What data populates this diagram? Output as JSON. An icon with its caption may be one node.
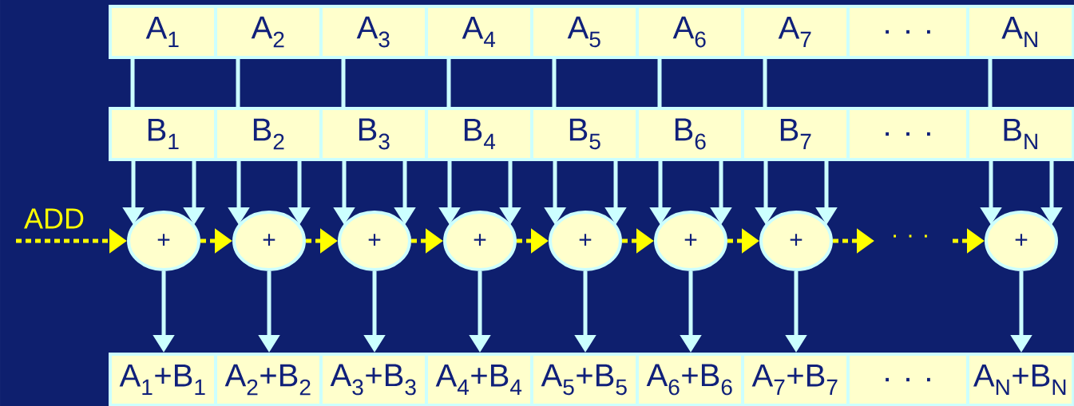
{
  "diagram": {
    "nodes": [
      {
        "text": [
          "A$_{1}$"
        ]
      },
      {
        "text": [
          "A$_{2}$"
        ]
      },
      {
        "text": [
          "A$_{3}$"
        ]
      },
      {
        "text": [
          "A$_{4}$"
        ]
      },
      {
        "text": [
          "A$_{5}$"
        ]
      },
      {
        "text": [
          "A$_{6}$"
        ]
      },
      {
        "text": [
          "A$_{7}$"
        ]
      },
      {
        "text": [
          ". . ."
        ]
      },
      {
        "text": [
          "A$_{N}$"
        ]
      },
      {
        "text": [
          "B$_{1}$"
        ]
      },
      {
        "text": [
          "B$_{2}$"
        ]
      },
      {
        "text": [
          "B$_{3}$"
        ]
      },
      {
        "text": [
          "B$_{4}$"
        ]
      },
      {
        "text": [
          "B$_{5}$"
        ]
      },
      {
        "text": [
          "B$_{6}$"
        ]
      },
      {
        "text": [
          "B$_{7}$"
        ]
      },
      {
        "text": [
          ". . ."
        ]
      },
      {
        "text": [
          "B$_{N}$"
        ]
      },
      {
        "text": [
          "+"
        ]
      },
      {
        "text": [
          "+"
        ]
      },
      {
        "text": [
          "+"
        ]
      },
      {
        "text": [
          "+"
        ]
      },
      {
        "text": [
          "+"
        ]
      },
      {
        "text": [
          "+"
        ]
      },
      {
        "text": [
          "+"
        ]
      },
      {
        "text": [
          "+"
        ]
      },
      {
        "text": [
          "A$_{1}$+B$_{1}$"
        ]
      },
      {
        "text": [
          "A$_{2}$+B$_{2}$"
        ]
      },
      {
        "text": [
          "A$_{3}$+B$_{3}$"
        ]
      },
      {
        "text": [
          "A$_{4}$+B$_{4}$"
        ]
      },
      {
        "text": [
          "A$_{5}$+B$_{5}$"
        ]
      },
      {
        "text": [
          "A$_{6}$+B$_{6}$"
        ]
      },
      {
        "text": [
          "A$_{7}$+B$_{7}$"
        ]
      },
      {
        "text": [
          ". . ."
        ]
      },
      {
        "text": [
          "A$_{N}$+B$_{N}$"
        ]
      }
    ],
    "edges": [
      {
        "from": 0,
        "to": 9,
        "arrow": "none"
      },
      {
        "from": 9,
        "to": 18,
        "arrow": "to"
      },
      {
        "from": 9,
        "to": 18,
        "arrow": "to"
      },
      {
        "from": 18,
        "to": 26,
        "arrow": "to"
      },
      {
        "from": 1,
        "to": 10,
        "arrow": "none"
      },
      {
        "from": 10,
        "to": 19,
        "arrow": "to"
      },
      {
        "from": 10,
        "to": 19,
        "arrow": "to"
      },
      {
        "from": 19,
        "to": 27,
        "arrow": "to"
      },
      {
        "from": 2,
        "to": 11,
        "arrow": "none"
      },
      {
        "from": 11,
        "to": 20,
        "arrow": "to"
      },
      {
        "from": 11,
        "to": 20,
        "arrow": "to"
      },
      {
        "from": 20,
        "to": 28,
        "arrow": "to"
      },
      {
        "from": 3,
        "to": 12,
        "arrow": "none"
      },
      {
        "from": 12,
        "to": 21,
        "arrow": "to"
      },
      {
        "from": 12,
        "to": 21,
        "arrow": "to"
      },
      {
        "from": 21,
        "to": 29,
        "arrow": "to"
      },
      {
        "from": 4,
        "to": 13,
        "arrow": "none"
      },
      {
        "from": 13,
        "to": 22,
        "arrow": "to"
      },
      {
        "from": 13,
        "to": 22,
        "arrow": "to"
      },
      {
        "from": 22,
        "to": 30,
        "arrow": "to"
      },
      {
        "from": 5,
        "to": 14,
        "arrow": "none"
      },
      {
        "from": 14,
        "to": 23,
        "arrow": "to"
      },
      {
        "from": 14,
        "to": 23,
        "arrow": "to"
      },
      {
        "from": 23,
        "to": 31,
        "arrow": "to"
      },
      {
        "from": 6,
        "to": 15,
        "arrow": "none"
      },
      {
        "from": 15,
        "to": 24,
        "arrow": "to"
      },
      {
        "from": 15,
        "to": 24,
        "arrow": "to"
      },
      {
        "from": 24,
        "to": 32,
        "arrow": "to"
      },
      {
        "from": 8,
        "to": 17,
        "arrow": "none"
      },
      {
        "from": 17,
        "to": 25,
        "arrow": "to"
      },
      {
        "from": 17,
        "to": 25,
        "arrow": "to"
      },
      {
        "from": 25,
        "to": 34,
        "arrow": "to"
      },
      {
        "from": null,
        "to": 18,
        "arrow": "to",
        "label": "ADD",
        "style": "dashed",
        "color": "#ffff00"
      },
      {
        "from": 18,
        "to": 19,
        "arrow": "to",
        "style": "dashed",
        "color": "#ffff00"
      },
      {
        "from": 19,
        "to": 20,
        "arrow": "to",
        "style": "dashed",
        "color": "#ffff00"
      },
      {
        "from": 20,
        "to": 21,
        "arrow": "to",
        "style": "dashed",
        "color": "#ffff00"
      },
      {
        "from": 21,
        "to": 22,
        "arrow": "to",
        "style": "dashed",
        "color": "#ffff00"
      },
      {
        "from": 22,
        "to": 23,
        "arrow": "to",
        "style": "dashed",
        "color": "#ffff00"
      },
      {
        "from": 23,
        "to": 24,
        "arrow": "to",
        "style": "dashed",
        "color": "#ffff00"
      },
      {
        "from": 24,
        "to": null,
        "arrow": "to",
        "style": "dashed",
        "color": "#ffff00"
      },
      {
        "from": null,
        "to": 25,
        "arrow": "to",
        "style": "dashed",
        "color": "#ffff00"
      }
    ],
    "labels": [
      ". . ."
    ]
  }
}
